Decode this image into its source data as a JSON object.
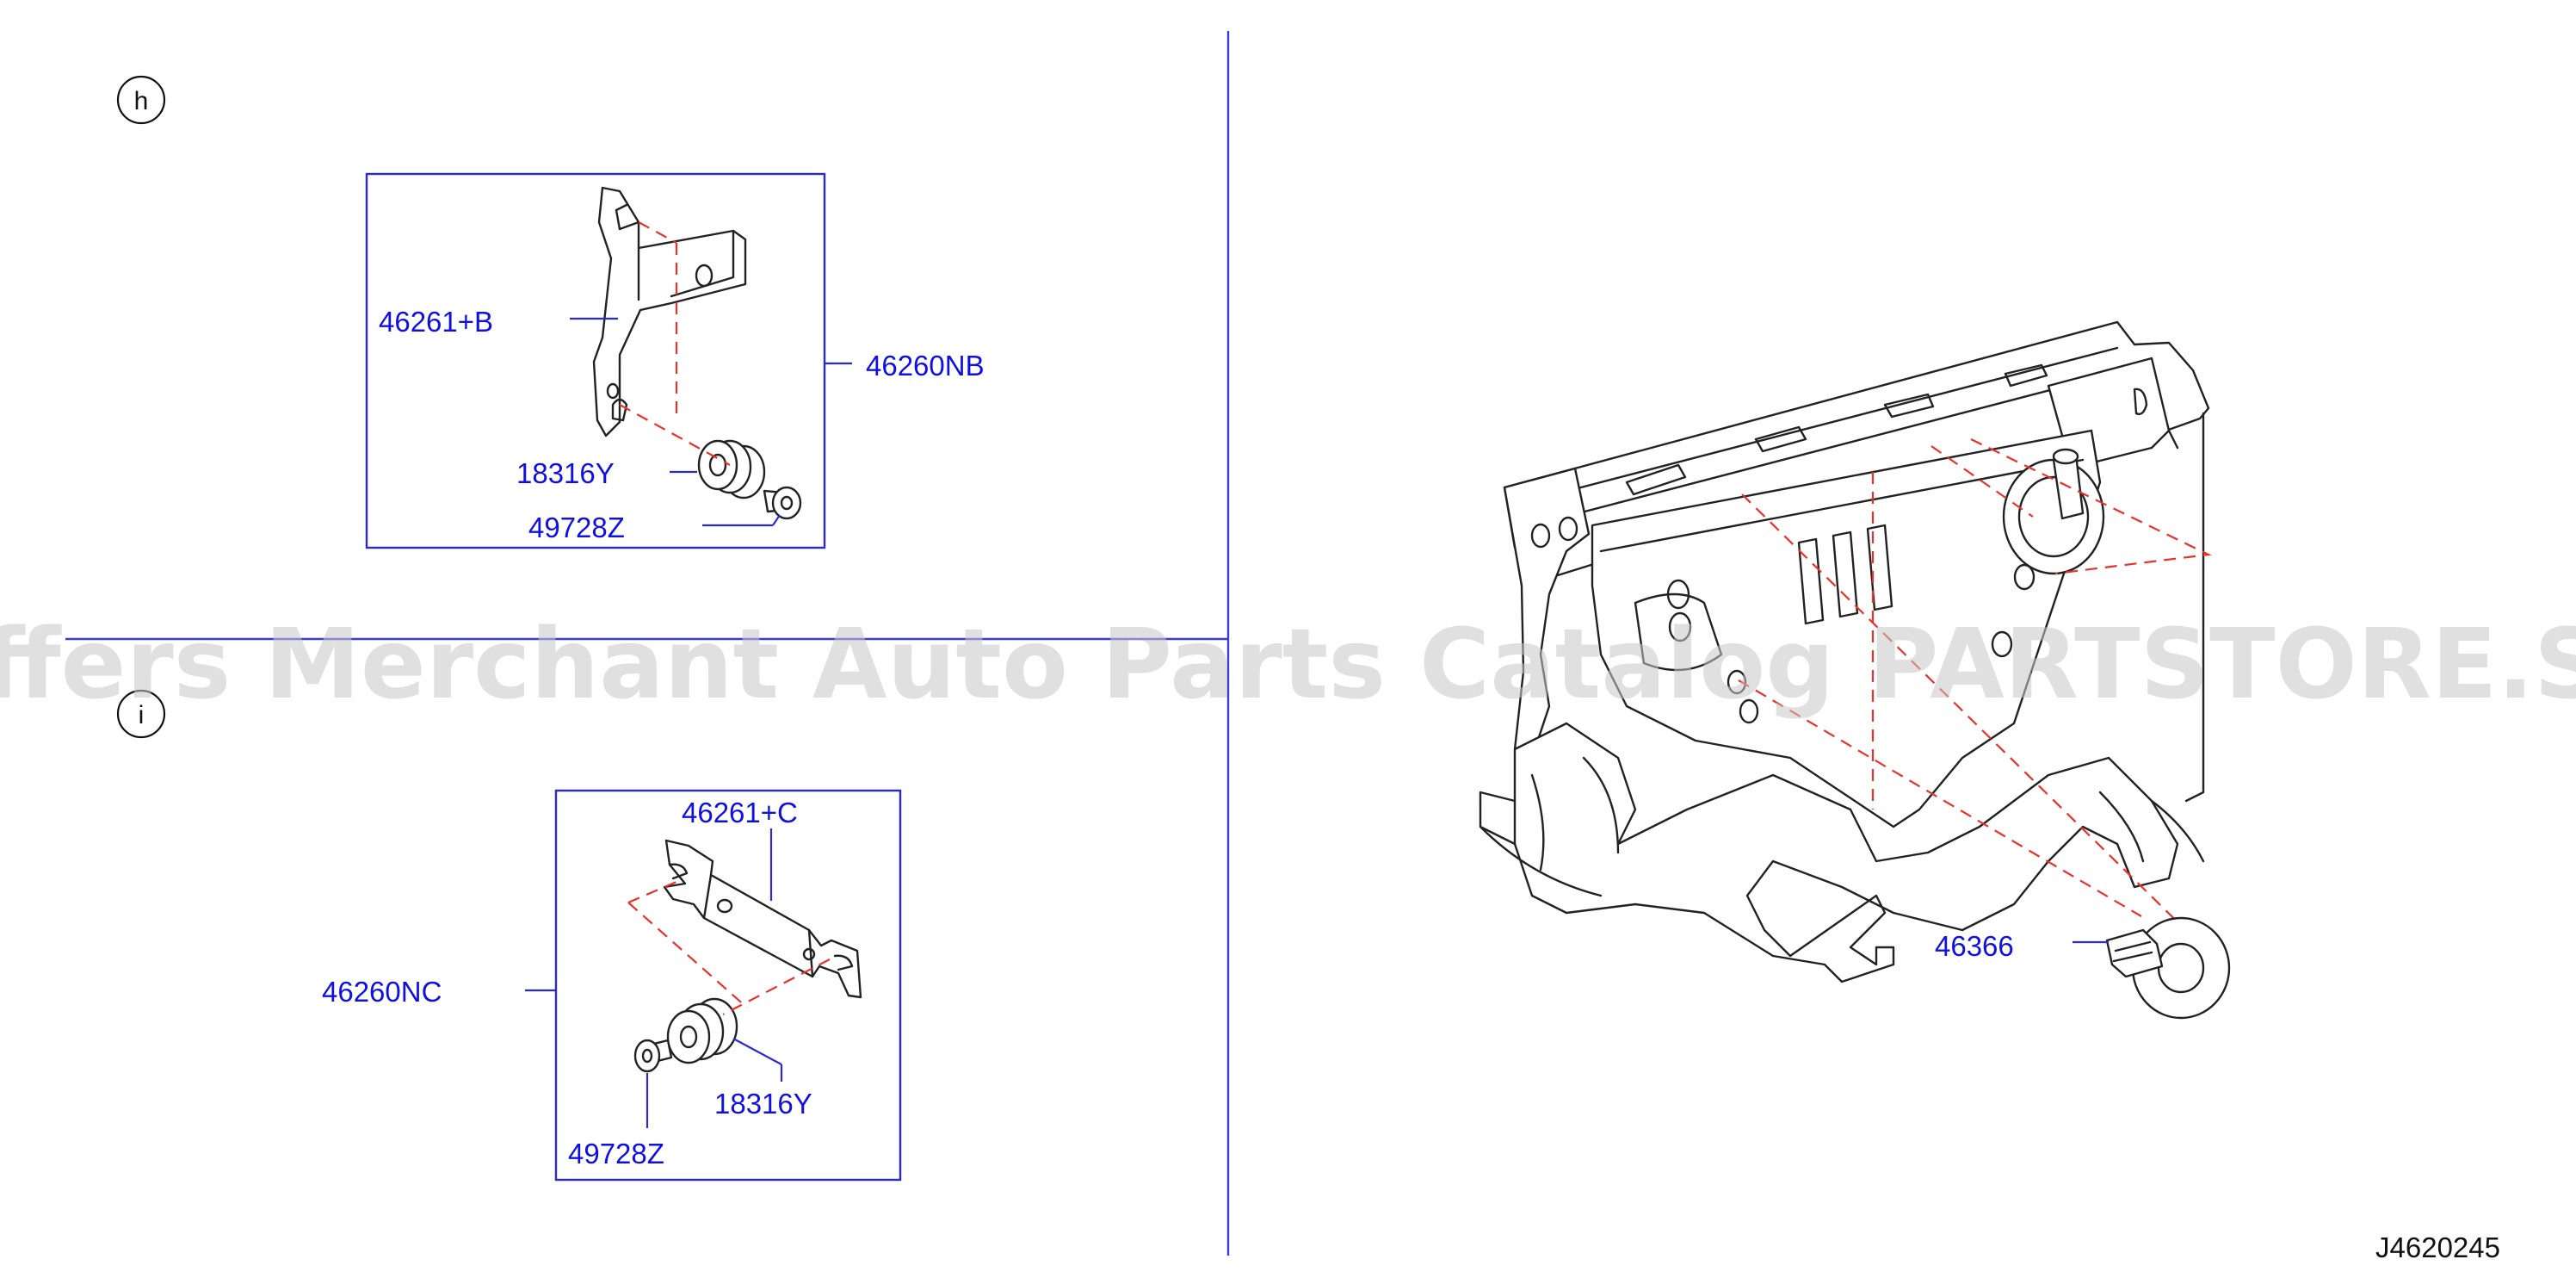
{
  "sections": {
    "h": {
      "badge": "h",
      "assembly_label": "46260NB",
      "parts": {
        "bracket": "46261+B",
        "grommet": "18316Y",
        "bolt": "49728Z"
      }
    },
    "i": {
      "badge": "i",
      "assembly_label": "46260NC",
      "parts": {
        "bracket": "46261+C",
        "grommet": "18316Y",
        "bolt": "49728Z"
      }
    },
    "main": {
      "parts": {
        "plug": "46366"
      }
    }
  },
  "diagram_code": "J4620245",
  "watermark": "Offers Merchant Auto Parts Catalog PARTSTORE.SA",
  "colors": {
    "label": "#1010e0",
    "leader": "#2a2ad0",
    "dashed": "#e8312c",
    "ink": "#222222"
  }
}
